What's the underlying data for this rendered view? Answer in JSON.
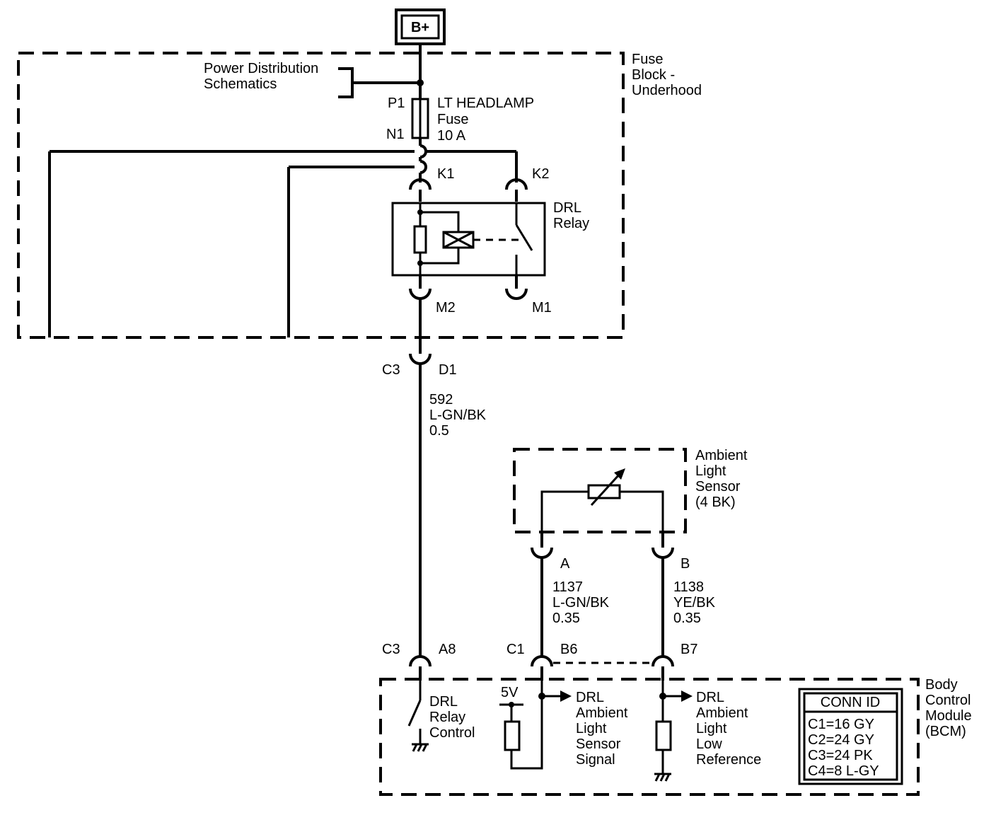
{
  "power": {
    "label": "B+"
  },
  "fuse_block": {
    "title": [
      "Fuse",
      "Block -",
      "Underhood"
    ],
    "power_dist": [
      "Power Distribution",
      "Schematics"
    ],
    "fuse": {
      "pin_in": "P1",
      "pin_out": "N1",
      "name": [
        "LT HEADLAMP",
        "Fuse",
        "10 A"
      ]
    },
    "relay": {
      "name": [
        "DRL",
        "Relay"
      ],
      "pins": {
        "k1": "K1",
        "k2": "K2",
        "m1": "M1",
        "m2": "M2"
      }
    }
  },
  "wire_592": {
    "conn_top_left": "C3",
    "conn_top_right": "D1",
    "circuit": [
      "592",
      "L-GN/BK",
      "0.5"
    ],
    "conn_bot_left": "C3",
    "conn_bot_right": "A8"
  },
  "sensor": {
    "title": [
      "Ambient",
      "Light",
      "Sensor",
      "(4 BK)"
    ],
    "pin_a": "A",
    "pin_b": "B",
    "wire_a": [
      "1137",
      "L-GN/BK",
      "0.35"
    ],
    "wire_b": [
      "1138",
      "YE/BK",
      "0.35"
    ]
  },
  "bcm": {
    "title": [
      "Body",
      "Control",
      "Module",
      "(BCM)"
    ],
    "conn_c1": "C1",
    "pin_b6": "B6",
    "pin_b7": "B7",
    "relay_control": [
      "DRL",
      "Relay",
      "Control"
    ],
    "voltage": "5V",
    "signal": [
      "DRL",
      "Ambient",
      "Light",
      "Sensor",
      "Signal"
    ],
    "low_ref": [
      "DRL",
      "Ambient",
      "Light",
      "Low",
      "Reference"
    ],
    "conn_id": {
      "header": "CONN ID",
      "rows": [
        "C1=16 GY",
        "C2=24 GY",
        "C3=24 PK",
        "C4=8 L-GY"
      ]
    }
  }
}
